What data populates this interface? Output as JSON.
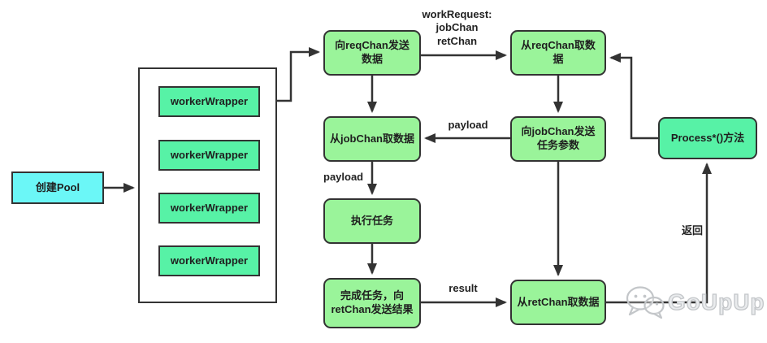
{
  "diagram": {
    "title": "goroutine worker pool flow diagram",
    "colors": {
      "background": "#ffffff",
      "cyan_node": "#6bf7f7",
      "spring_green_node": "#57f2a6",
      "light_green_node": "#9af49a",
      "node_border": "#333333",
      "arrow": "#333333",
      "label_text": "#222222",
      "watermark": "#c3c6c9"
    },
    "nodes": {
      "create_pool": "创建Pool",
      "worker_wrappers": [
        "workerWrapper",
        "workerWrapper",
        "workerWrapper",
        "workerWrapper"
      ],
      "send_reqchan": "向reqChan发送数据",
      "recv_reqchan": "从reqChan取数据",
      "recv_jobchan": "从jobChan取数据",
      "send_jobchan": "向jobChan发送任务参数",
      "exec_task": "执行任务",
      "finish_task": "完成任务，向retChan发送结果",
      "recv_retchan": "从retChan取数据",
      "process_method": "Process*()方法"
    },
    "edge_labels": {
      "work_request": "workRequest:\njobChan\nretChan",
      "payload_horizontal": "payload",
      "payload_vertical": "payload",
      "result": "result",
      "return": "返回"
    },
    "watermark": {
      "text": "GoUpUp",
      "icon": "wechat-icon"
    }
  }
}
